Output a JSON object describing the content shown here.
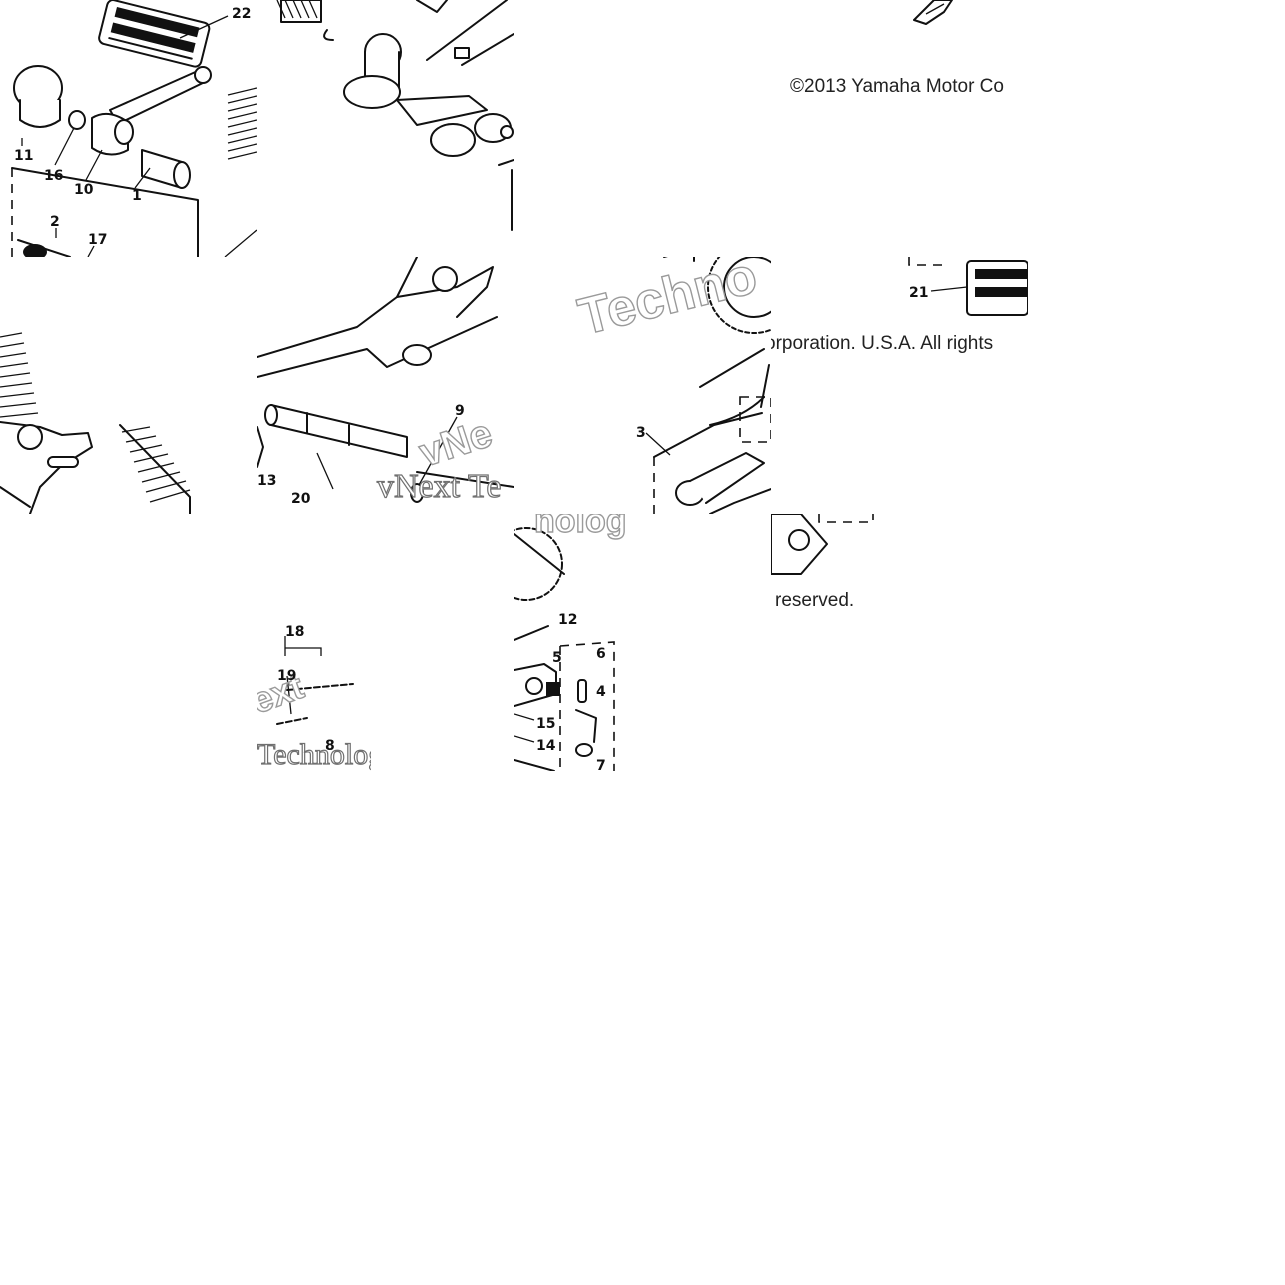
{
  "copyright": {
    "part1": "©2013 Yamaha Motor Co",
    "part2": "orporation. U.S.A. All rights",
    "part3": "reserved."
  },
  "watermark": {
    "fragment_a": "Techno",
    "fragment_b": "vNe",
    "fragment_c": "vNext Te",
    "fragment_d": "nolog",
    "fragment_e": "ext",
    "fragment_f": "Technolog"
  },
  "callouts": {
    "c22": "22",
    "c11": "11",
    "c16": "16",
    "c10": "10",
    "c1": "1",
    "c2": "2",
    "c17": "17",
    "c21": "21",
    "c9": "9",
    "c3": "3",
    "c13": "13",
    "c20": "20",
    "c12": "12",
    "c18": "18",
    "c19": "19",
    "c8": "8",
    "c5": "5",
    "c6": "6",
    "c4": "4",
    "c15": "15",
    "c14": "14",
    "c7": "7"
  },
  "colors": {
    "ink": "#111111",
    "background": "#ffffff",
    "watermark_outline": "#9a9a9a"
  }
}
